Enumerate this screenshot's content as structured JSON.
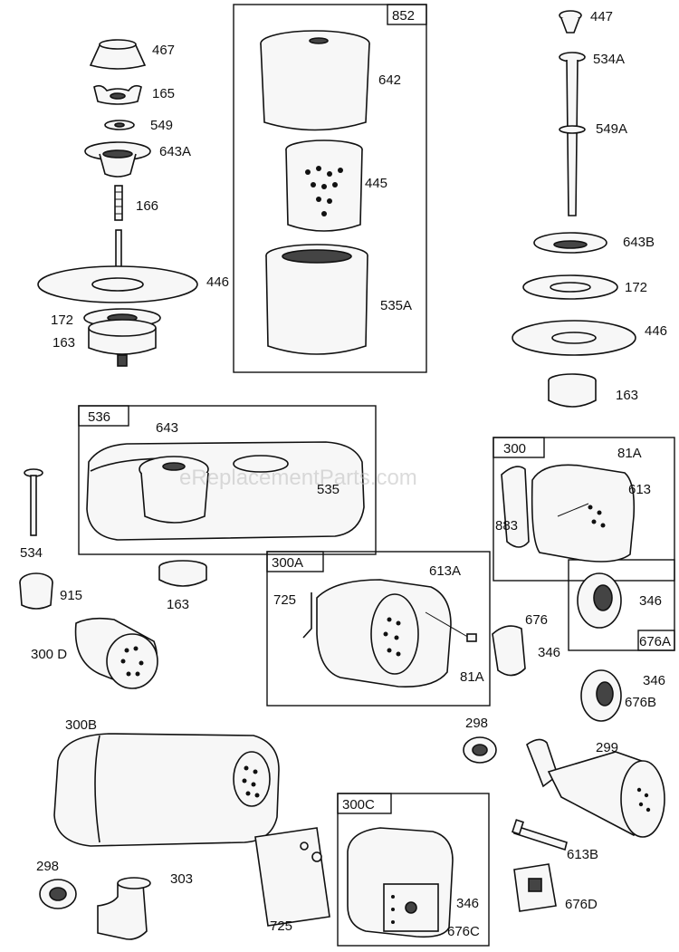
{
  "watermark": "eReplacementParts.com",
  "groups": {
    "g852": "852",
    "g536": "536",
    "g300": "300",
    "g300A": "300A",
    "g676A": "676A",
    "g300C": "300C"
  },
  "labels": {
    "p467": "467",
    "p165": "165",
    "p549": "549",
    "p643A": "643A",
    "p166": "166",
    "p446a": "446",
    "p172a": "172",
    "p163a": "163",
    "p642": "642",
    "p445": "445",
    "p535A": "535A",
    "p447": "447",
    "p534A": "534A",
    "p549A": "549A",
    "p643B": "643B",
    "p172b": "172",
    "p446b": "446",
    "p163b": "163",
    "p643": "643",
    "p535": "535",
    "p163c": "163",
    "p534": "534",
    "p915": "915",
    "p300D": "300 D",
    "p81Aa": "81A",
    "p613": "613",
    "p883": "883",
    "p613A": "613A",
    "p725a": "725",
    "p81Ab": "81A",
    "p676": "676",
    "p346a": "346",
    "p346b": "346",
    "p346c": "346",
    "p676B": "676B",
    "p300B": "300B",
    "p298a": "298",
    "p299": "299",
    "p613B": "613B",
    "p298b": "298",
    "p303": "303",
    "p725b": "725",
    "p346d": "346",
    "p676C": "676C",
    "p676D": "676D"
  }
}
